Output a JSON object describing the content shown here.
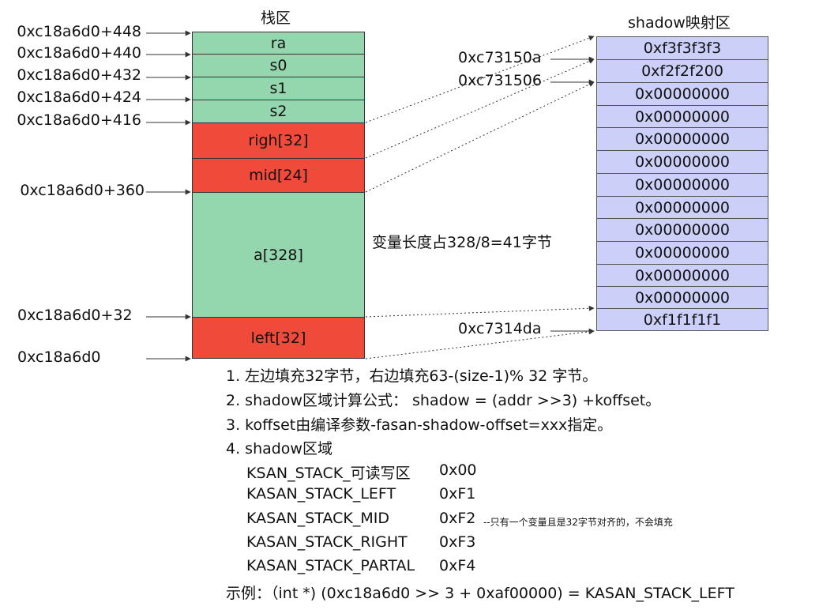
{
  "titles": {
    "stack": "栈区",
    "shadow": "shadow映射区"
  },
  "stack_addresses": [
    "0xc18a6d0+448",
    "0xc18a6d0+440",
    "0xc18a6d0+432",
    "0xc18a6d0+424",
    "0xc18a6d0+416",
    "0xc18a6d0+360",
    "0xc18a6d0+32",
    "0xc18a6d0"
  ],
  "stack_cells": [
    {
      "label": "ra",
      "color": "#94d6ad"
    },
    {
      "label": "s0",
      "color": "#94d6ad"
    },
    {
      "label": "s1",
      "color": "#94d6ad"
    },
    {
      "label": "s2",
      "color": "#94d6ad"
    },
    {
      "label": "righ[32]",
      "color": "#f04a3a"
    },
    {
      "label": "mid[24]",
      "color": "#f04a3a"
    },
    {
      "label": "a[328]",
      "color": "#94d6ad"
    },
    {
      "label": "left[32]",
      "color": "#f04a3a"
    }
  ],
  "middle_note": "变量长度占328/8=41字节",
  "shadow_addresses": [
    "0xc73150a",
    "0xc731506",
    "0xc7314da"
  ],
  "shadow_cells": [
    "0xf3f3f3f3",
    "0xf2f2f200",
    "0x00000000",
    "0x00000000",
    "0x00000000",
    "0x00000000",
    "0x00000000",
    "0x00000000",
    "0x00000000",
    "0x00000000",
    "0x00000000",
    "0x00000000",
    "0xf1f1f1f1"
  ],
  "notes": [
    "1. 左边填充32字节，右边填充63-(size-1)% 32 字节。",
    "2. shadow区域计算公式： shadow = (addr >>3) +koffset。",
    "3. koffset由编译参数-fasan-shadow-offset=xxx指定。",
    "4. shadow区域"
  ],
  "regions": [
    {
      "name": "KSAN_STACK_可读写区",
      "value": "0x00",
      "comment": ""
    },
    {
      "name": "KASAN_STACK_LEFT",
      "value": "0xF1",
      "comment": ""
    },
    {
      "name": "KASAN_STACK_MID",
      "value": "0xF2",
      "comment": "--只有一个变量且是32字节对齐的，不会填充"
    },
    {
      "name": "KASAN_STACK_RIGHT",
      "value": "0xF3",
      "comment": ""
    },
    {
      "name": "KASAN_STACK_PARTAL",
      "value": "0xF4",
      "comment": ""
    }
  ],
  "example": "示例：（int *) (0xc18a6d0 >> 3 + 0xaf00000) = KASAN_STACK_LEFT"
}
